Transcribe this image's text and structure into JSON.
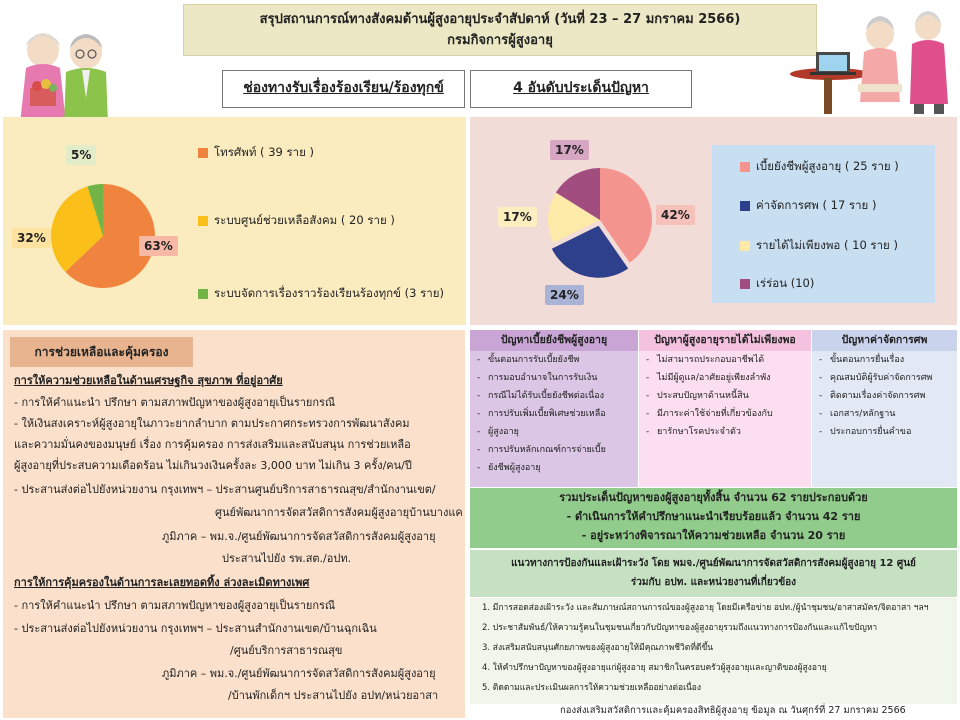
{
  "header": {
    "title_line1": "สรุปสถานการณ์ทางสังคมด้านผู้สูงอายุประจำสัปดาห์ (วันที่ 23 – 27 มกราคม 2566)",
    "title_line2": "กรมกิจการผู้สูงอายุ"
  },
  "section_headers": {
    "channels": "ช่องทางรับเรื่องร้องเรียน/ร้องทุกข์",
    "top_issues": "4 อันดับประเด็นปัญหา"
  },
  "colors": {
    "orange": "#f0843e",
    "yellow": "#fbbf1a",
    "green": "#72b446",
    "pink": "#f4948e",
    "navy": "#2e3f8c",
    "lightyellow": "#fde9a8",
    "purple": "#a24d80"
  },
  "chart_data": [
    {
      "type": "pie",
      "series": [
        {
          "label": "โทรศัพท์ ( 39 ราย )",
          "value": 39,
          "percent": "63%",
          "color": "#f0843e"
        },
        {
          "label": "ระบบศูนย์ช่วยเหลือสังคม ( 20 ราย )",
          "value": 20,
          "percent": "32%",
          "color": "#fbbf1a"
        },
        {
          "label": "ระบบจัดการเรื่องราวร้องเรียนร้องทุกข์ (3 ราย)",
          "value": 3,
          "percent": "5%",
          "color": "#72b446"
        }
      ]
    },
    {
      "type": "pie",
      "series": [
        {
          "label": "เบี้ยยังชีพผู้สูงอายุ ( 25 ราย )",
          "value": 25,
          "percent": "42%",
          "color": "#f4948e"
        },
        {
          "label": "ค่าจัดการศพ ( 17 ราย )",
          "value": 17,
          "percent": "24%",
          "color": "#2e3f8c"
        },
        {
          "label": "รายได้ไม่เพียงพอ ( 10 ราย )",
          "value": 10,
          "percent": "17%",
          "color": "#fde9a8"
        },
        {
          "label": "เร่ร่อน (10)",
          "value": 10,
          "percent": "17%",
          "color": "#a24d80"
        }
      ]
    }
  ],
  "assistance": {
    "head": "การช่วยเหลือและคุ้มครอง",
    "sec1_title": "การให้ความช่วยเหลือในด้านเศรษฐกิจ สุขภาพ ที่อยู่อาศัย",
    "sec1_lines": [
      "- การให้คำแนะนำ ปรึกษา ตามสภาพปัญหาของผู้สูงอายุเป็นรายกรณี",
      "- ให้เงินสงเคราะห์ผู้สูงอายุในภาวะยากลำบาก ตามประกาศกระทรวงการพัฒนาสังคม",
      "และความมั่นคงของมนุษย์ เรื่อง การคุ้มครอง การส่งเสริมและสนับสนุน การช่วยเหลือ",
      "ผู้สูงอายุที่ประสบความเดือดร้อน ไม่เกินวงเงินครั้งละ 3,000 บาท ไม่เกิน 3 ครั้ง/คน/ปี",
      "- ประสานส่งต่อไปยังหน่วยงาน กรุงเทพฯ – ประสานศูนย์บริการสาธารณสุข/สำนักงานเขต/",
      "ศูนย์พัฒนาการจัดสวัสดิการสังคมผู้สูงอายุบ้านบางแค",
      "ภูมิภาค – พม.จ./ศูนย์พัฒนาการจัดสวัสดิการสังคมผู้สูงอายุ",
      "ประสานไปยัง รพ.สต./อปท."
    ],
    "sec2_title": "การให้การคุ้มครองในด้านการละเลยทอดทิ้ง ล่วงละเมิดทางเพศ",
    "sec2_lines": [
      "- การให้คำแนะนำ ปรึกษา ตามสภาพปัญหาของผู้สูงอายุเป็นรายกรณี",
      "- ประสานส่งต่อไปยังหน่วยงาน กรุงเทพฯ – ประสานสำนักงานเขต/บ้านฉุกเฉิน",
      "/ศูนย์บริการสาธารณสุข",
      "ภูมิภาค – พม.จ./ศูนย์พัฒนาการจัดสวัสดิการสังคมผู้สูงอายุ",
      "/บ้านพักเด็กฯ ประสานไปยัง อปท/หน่วยอาสา"
    ]
  },
  "problems": {
    "col1_head": "ปัญหาเบี้ยยังชีพผู้สูงอายุ",
    "col1_items": [
      "ขั้นตอนการรับเบี้ยยังชีพ",
      "การมอบอำนาจในการรับเงิน",
      "กรณีไม่ได้รับเบี้ยยังชีพต่อเนื่อง",
      "การปรับเพิ่มเบี้ยพิเศษช่วยเหลือ",
      "ผู้สูงอายุ",
      "การปรับหลักเกณฑ์การจ่ายเบี้ย",
      "ยังชีพผู้สูงอายุ"
    ],
    "col2_head": "ปัญหาผู้สูงอายุรายได้ไม่เพียงพอ",
    "col2_items": [
      "ไม่สามารถประกอบอาชีพได้",
      "ไม่มีผู้ดูแล/อาศัยอยู่เพียงลำพัง",
      "ประสบปัญหาด้านหนี้สิน",
      "มีภาระค่าใช้จ่ายที่เกี่ยวข้องกับ",
      "ยารักษาโรคประจำตัว"
    ],
    "col3_head": "ปัญหาค่าจัดการศพ",
    "col3_items": [
      "ขั้นตอนการยื่นเรื่อง",
      "คุณสมบัติผู้รับค่าจัดการศพ",
      "ติดตามเรื่องค่าจัดการศพ",
      "เอกสาร/หลักฐาน",
      "ประกอบการยื่นคำขอ"
    ]
  },
  "summary": {
    "line1": "รวมประเด็นปัญหาของผู้สูงอายุทั้งสิ้น จำนวน 62 รายประกอบด้วย",
    "line2": "- ดำเนินการให้คำปรึกษาแนะนำเรียบร้อยแล้ว จำนวน 42 ราย",
    "line3": "- อยู่ระหว่างพิจารณาให้ความช่วยเหลือ จำนวน 20 ราย"
  },
  "prevention": {
    "head1": "แนวทางการป้องกันและเฝ้าระวัง โดย พมจ./ศูนย์พัฒนาการจัดสวัสดิการสังคมผู้สูงอายุ 12 ศูนย์",
    "head2": "ร่วมกับ อปท. และหน่วยงานที่เกี่ยวข้อง",
    "items": [
      "1. มีการสอดส่องเฝ้าระวัง และสัมภาษณ์สถานการณ์ของผู้สูงอายุ โดยมีเครือข่าย อปท./ผู้นำชุมชน/อาสาสมัคร/จิตอาสา ฯลฯ",
      "2. ประชาสัมพันธ์/ให้ความรู้คนในชุมชนเกี่ยวกับปัญหาของผู้สูงอายุรวมถึงแนวทางการป้องกันและแก้ไขปัญหา",
      "3. ส่งเสริมสนับสนุนศักยภาพของผู้สูงอายุให้มีคุณภาพชีวิตที่ดีขึ้น",
      "4. ให้คำปรึกษาปัญหาของผู้สูงอายุแก่ผู้สูงอายุ สมาชิกในครอบครัวผู้สูงอายุและญาติของผู้สูงอายุ",
      "5. ติดตามและประเมินผลการให้ความช่วยเหลืออย่างต่อเนื่อง"
    ]
  },
  "footer": "กองส่งเสริมสวัสดิการและคุ้มครองสิทธิผู้สูงอายุ ข้อมูล ณ วันศุกร์ที่ 27 มกราคม 2566"
}
